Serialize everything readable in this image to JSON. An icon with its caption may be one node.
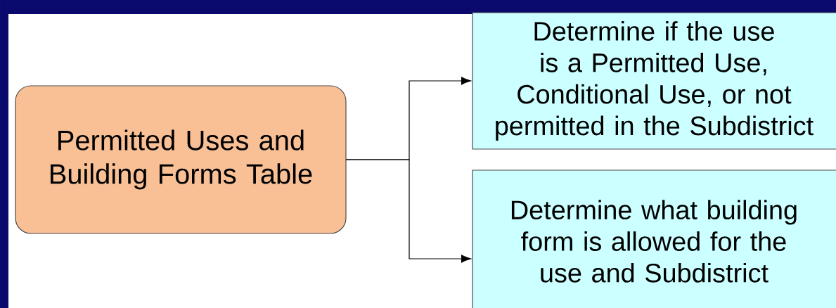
{
  "diagram": {
    "nodes": [
      {
        "text": [
          "Permitted Uses and Building Forms Table"
        ]
      },
      {
        "text": [
          "Determine if the use is a Permitted Use, Conditional Use, or not permitted in the Subdistrict"
        ]
      },
      {
        "text": [
          "Determine what building form is allowed for the use and Subdistrict"
        ]
      }
    ],
    "edges": [
      {
        "from": 0,
        "to": 1,
        "arrow": "to"
      },
      {
        "from": 0,
        "to": 2,
        "arrow": "to"
      }
    ]
  }
}
